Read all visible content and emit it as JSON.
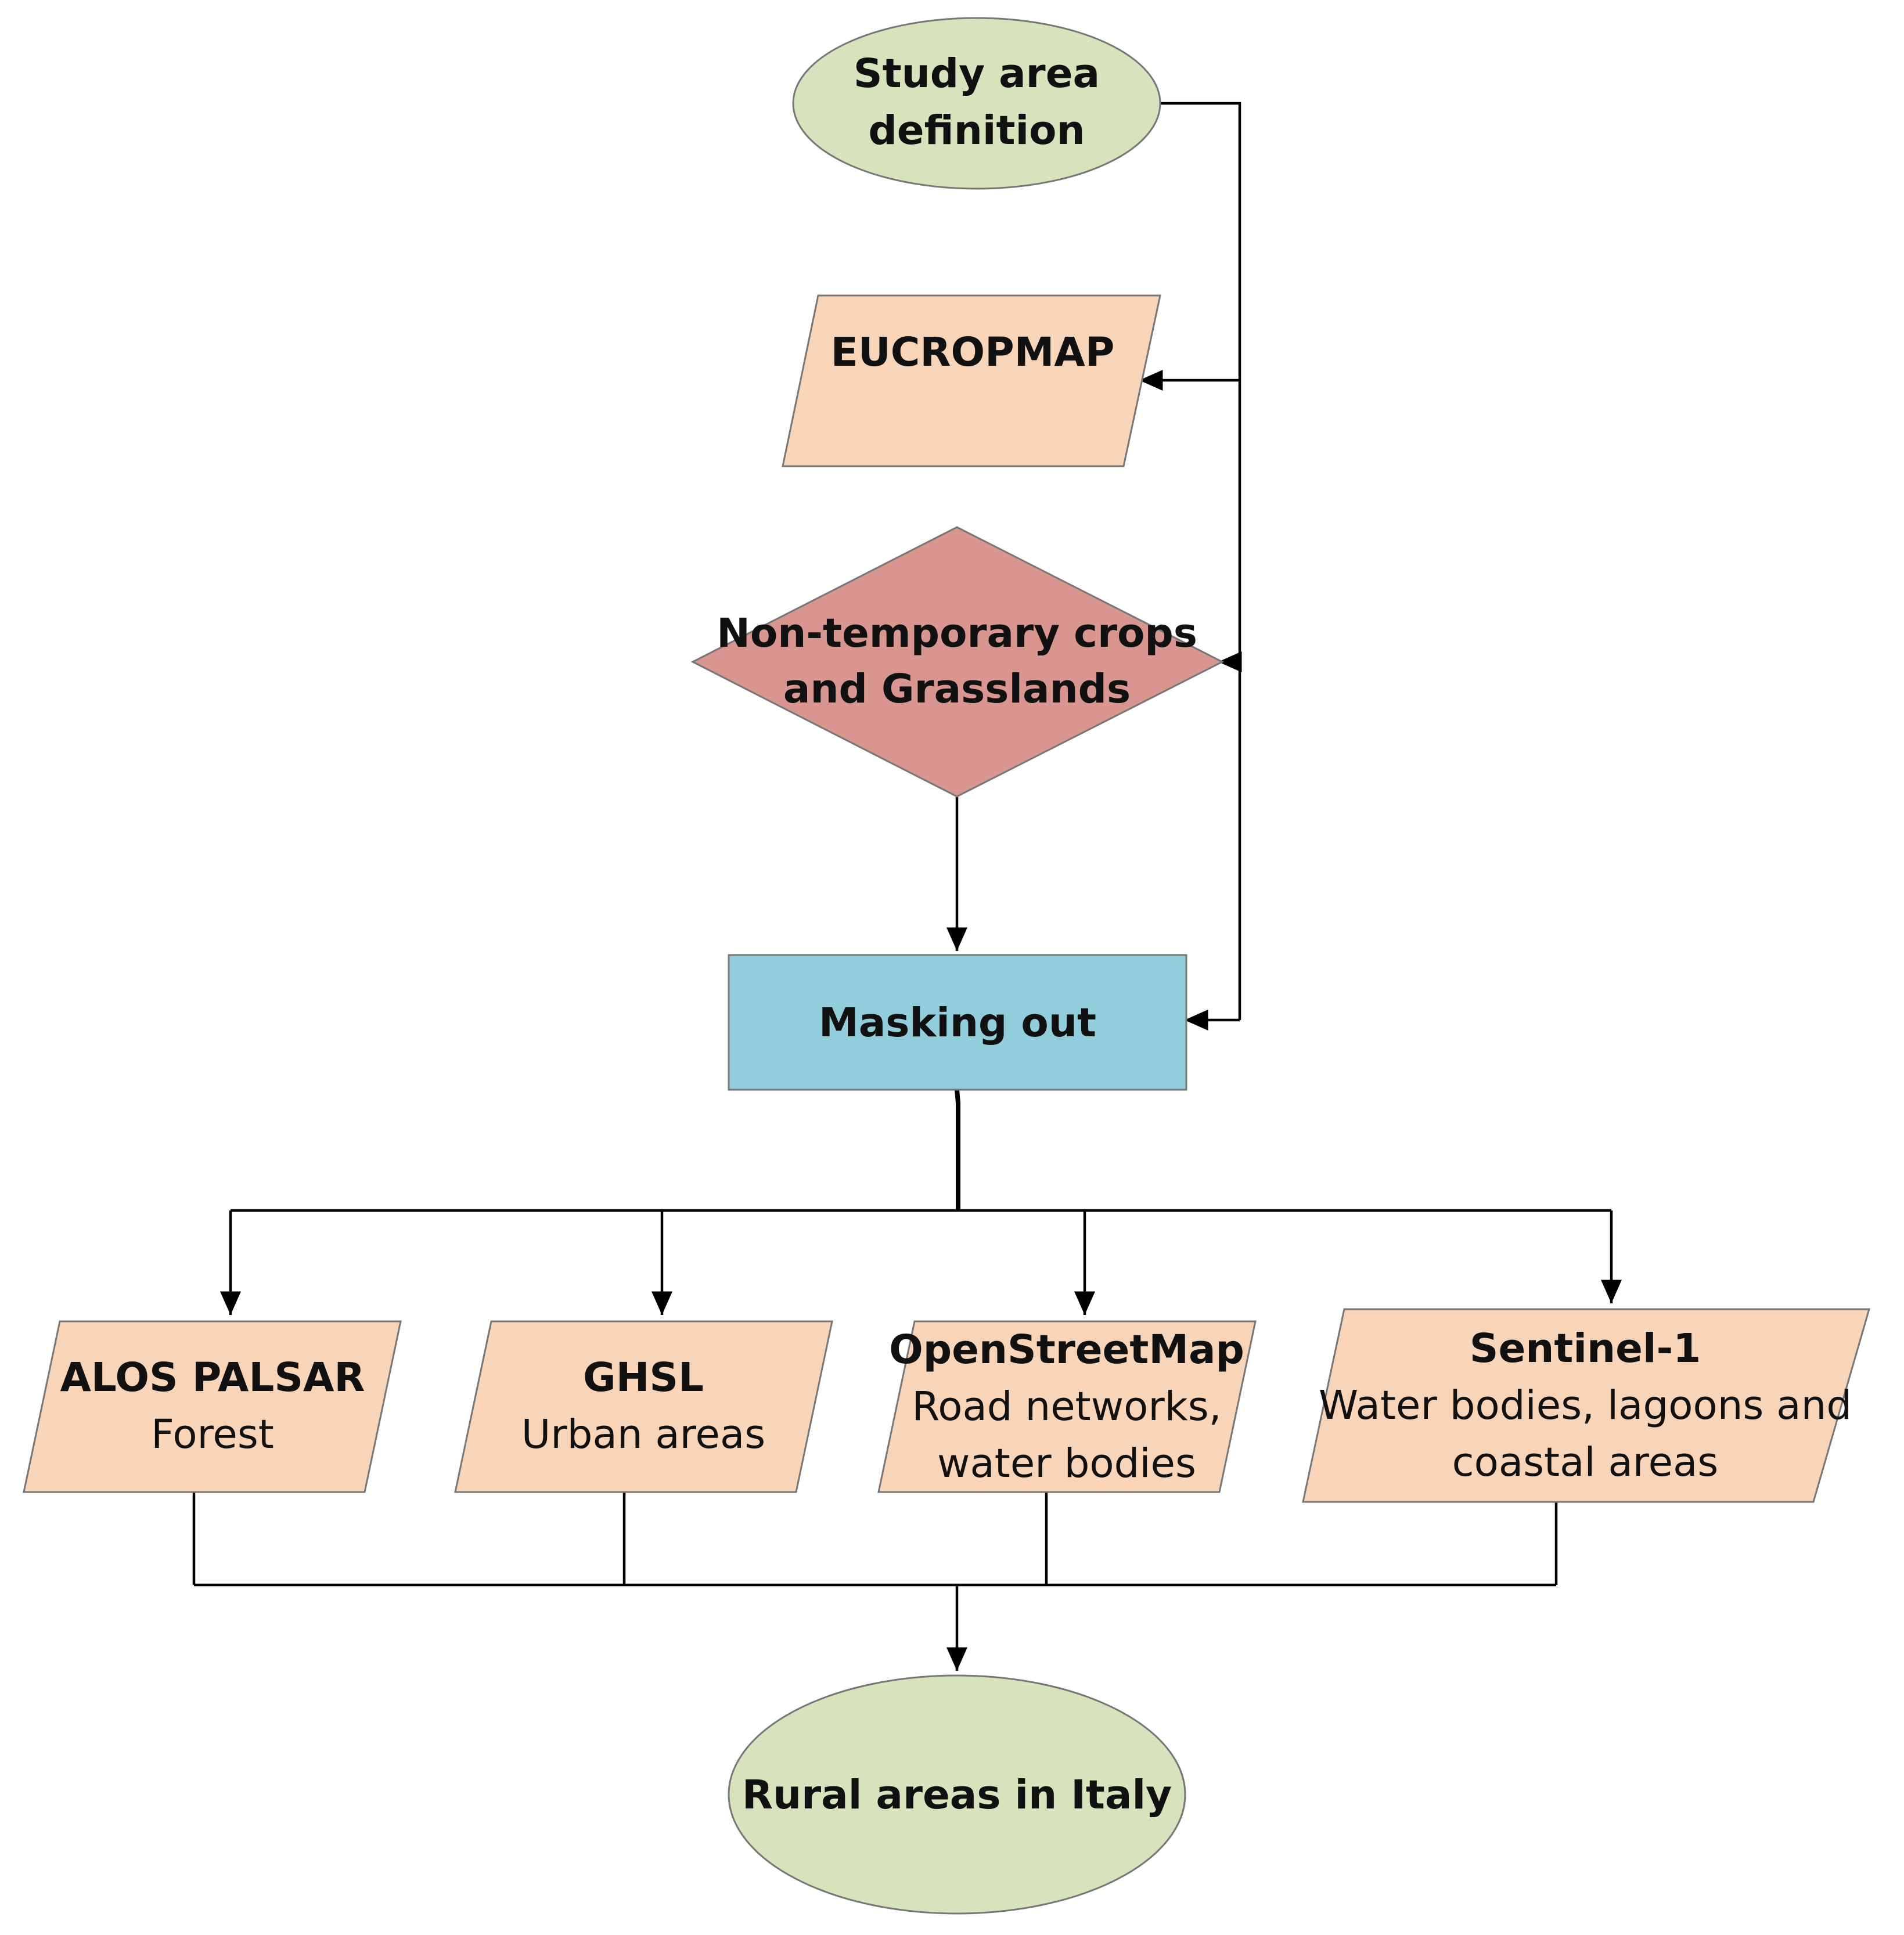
{
  "colors": {
    "terminal_fill": "#d6e3bc",
    "data_fill": "#f8d4b8",
    "decision_fill": "#d9958f",
    "process_fill": "#92cddc",
    "line": "#000000"
  },
  "nodes": {
    "study_area": {
      "line1": "Study area",
      "line2": "definition"
    },
    "eucropmap": {
      "line1": "EUCROPMAP"
    },
    "decision": {
      "line1": "Non-temporary crops",
      "line2": "and Grasslands"
    },
    "masking": {
      "line1": "Masking out"
    },
    "alos": {
      "title": "ALOS PALSAR",
      "line1": "Forest"
    },
    "ghsl": {
      "title": "GHSL",
      "line1": "Urban areas"
    },
    "osm": {
      "title": "OpenStreetMap",
      "line1": "Road networks,",
      "line2": "water bodies"
    },
    "sentinel": {
      "title": "Sentinel-1",
      "line1": "Water bodies, lagoons and",
      "line2": "coastal areas"
    },
    "rural": {
      "line1": "Rural areas in Italy"
    }
  }
}
